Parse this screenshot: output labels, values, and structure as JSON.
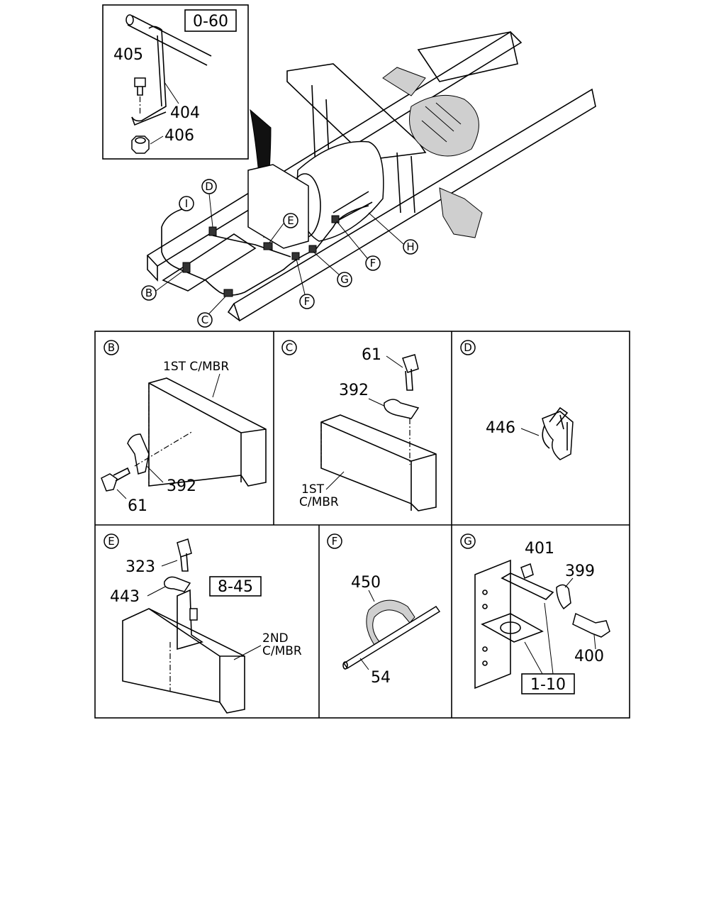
{
  "main": {
    "inset": {
      "ref_box": "0-60",
      "labels": [
        "405",
        "404",
        "406"
      ]
    },
    "callouts": [
      "I",
      "D",
      "E",
      "H",
      "F",
      "G",
      "F",
      "B",
      "C"
    ]
  },
  "panels": {
    "B": {
      "letter": "B",
      "member": "1ST C/MBR",
      "parts": [
        "392",
        "61"
      ]
    },
    "C": {
      "letter": "C",
      "member_line1": "1ST",
      "member_line2": "C/MBR",
      "parts": [
        "61",
        "392"
      ]
    },
    "D": {
      "letter": "D",
      "parts": [
        "446"
      ]
    },
    "E": {
      "letter": "E",
      "parts": [
        "323",
        "443"
      ],
      "ref_box": "8-45",
      "member_line1": "2ND",
      "member_line2": "C/MBR"
    },
    "F": {
      "letter": "F",
      "parts": [
        "450",
        "54"
      ]
    },
    "G": {
      "letter": "G",
      "parts": [
        "401",
        "399",
        "400"
      ],
      "ref_box": "1-10"
    }
  }
}
